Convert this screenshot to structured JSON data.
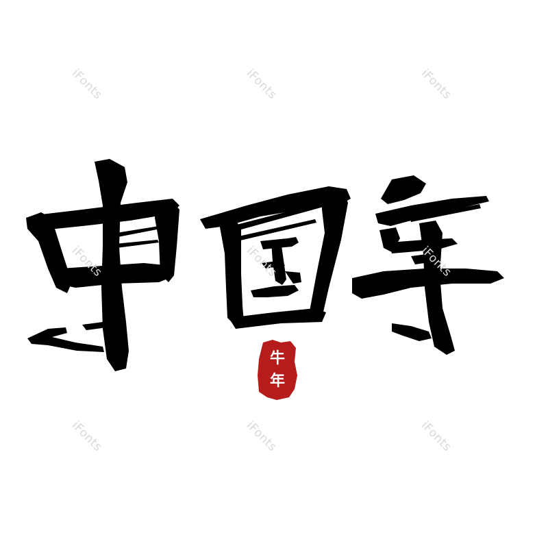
{
  "artwork": {
    "title_text": "中国年",
    "characters": [
      "中",
      "国",
      "年"
    ],
    "ink_color": "#000000",
    "background_color": "#ffffff"
  },
  "seal": {
    "text": "牛年",
    "chars": [
      "牛",
      "年"
    ],
    "color": "#b71c1c",
    "text_color": "#ffffff"
  },
  "watermarks": [
    {
      "text": "iFonts"
    },
    {
      "text": "iFonts"
    },
    {
      "text": "iFonts"
    },
    {
      "text": "iFonts"
    },
    {
      "text": "iFonts"
    },
    {
      "text": "iFonts"
    },
    {
      "text": "iFonts"
    },
    {
      "text": "iFonts"
    },
    {
      "text": "iFonts"
    }
  ]
}
